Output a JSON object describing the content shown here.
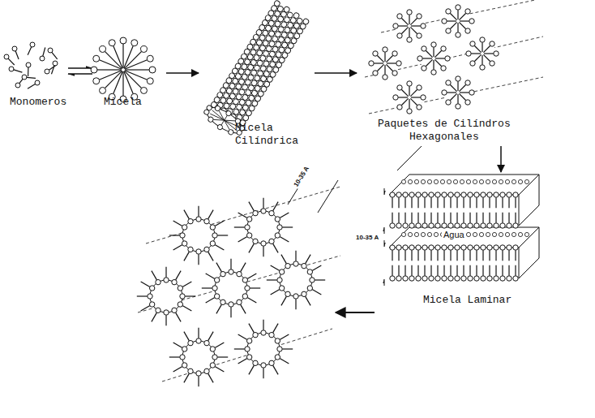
{
  "diagram": {
    "labels": [
      "Monomeros",
      "Micela",
      "Micela Cilíndrica",
      "Paquetes de Cilíndros Hexagonales",
      "10-35 A",
      "Agua",
      "10-35 A",
      "Micela Laminar"
    ]
  }
}
